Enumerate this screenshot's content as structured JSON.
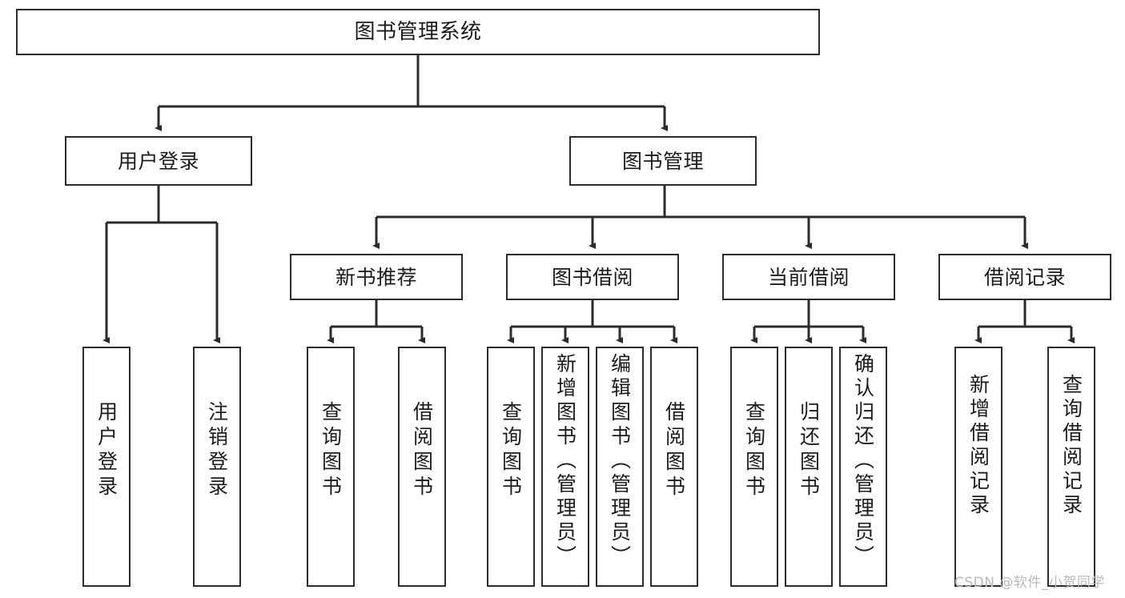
{
  "diagram": {
    "title": "图书管理系统",
    "type": "hierarchy-tree",
    "watermark": "CSDN @软件_小贺同学",
    "colors": {
      "stroke": "#2b2b2b",
      "fill": "#ffffff",
      "text": "#1c1c1c",
      "watermark": "#b9b9b9"
    },
    "nodes": {
      "root": {
        "label": "图书管理系统"
      },
      "level2": [
        {
          "id": "user-login",
          "label": "用户登录"
        },
        {
          "id": "book-manage",
          "label": "图书管理"
        }
      ],
      "level3": [
        {
          "id": "new-book-recommend",
          "label": "新书推荐"
        },
        {
          "id": "book-borrow",
          "label": "图书借阅"
        },
        {
          "id": "current-borrow",
          "label": "当前借阅"
        },
        {
          "id": "borrow-record",
          "label": "借阅记录"
        }
      ],
      "leaves": {
        "user-login": [
          {
            "id": "leaf-user-login",
            "label": "用户登录"
          },
          {
            "id": "leaf-logout",
            "label": "注销登录"
          }
        ],
        "new-book-recommend": [
          {
            "id": "leaf-query-book-1",
            "label": "查询图书"
          },
          {
            "id": "leaf-borrow-book-1",
            "label": "借阅图书"
          }
        ],
        "book-borrow": [
          {
            "id": "leaf-query-book-2",
            "label": "查询图书"
          },
          {
            "id": "leaf-add-book",
            "label": "新增图书（管理员）"
          },
          {
            "id": "leaf-edit-book",
            "label": "编辑图书（管理员）"
          },
          {
            "id": "leaf-borrow-book-2",
            "label": "借阅图书"
          }
        ],
        "current-borrow": [
          {
            "id": "leaf-query-book-3",
            "label": "查询图书"
          },
          {
            "id": "leaf-return-book",
            "label": "归还图书"
          },
          {
            "id": "leaf-confirm-return",
            "label": "确认归还（管理员）"
          }
        ],
        "borrow-record": [
          {
            "id": "leaf-add-record",
            "label": "新增借阅记录"
          },
          {
            "id": "leaf-query-record",
            "label": "查询借阅记录"
          }
        ]
      }
    }
  }
}
